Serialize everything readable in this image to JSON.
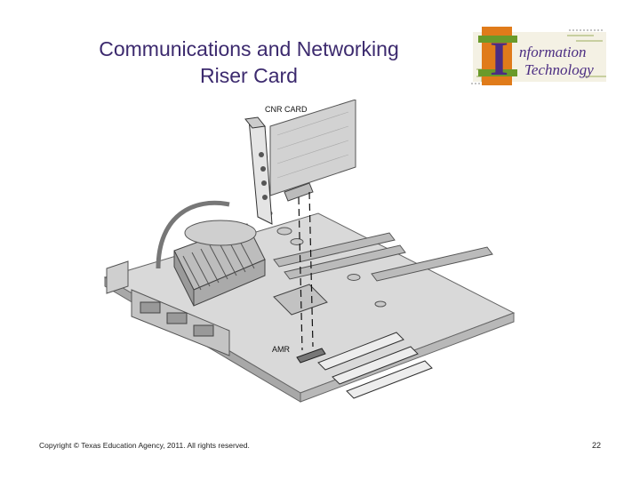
{
  "slide": {
    "title_line1": "Communications and Networking",
    "title_line2": "Riser Card",
    "footer": "Copyright © Texas Education Agency, 2011. All rights reserved.",
    "page_number": "22"
  },
  "logo": {
    "letter": "I",
    "line1": "nformation",
    "line2": "Technology"
  },
  "figure": {
    "cnr_label": "CNR CARD",
    "amr_label": "AMR"
  },
  "colors": {
    "title": "#3c2a6e",
    "logo_orange": "#e07b1a",
    "logo_green": "#6a9a2a",
    "logo_purple": "#4b2d82"
  }
}
